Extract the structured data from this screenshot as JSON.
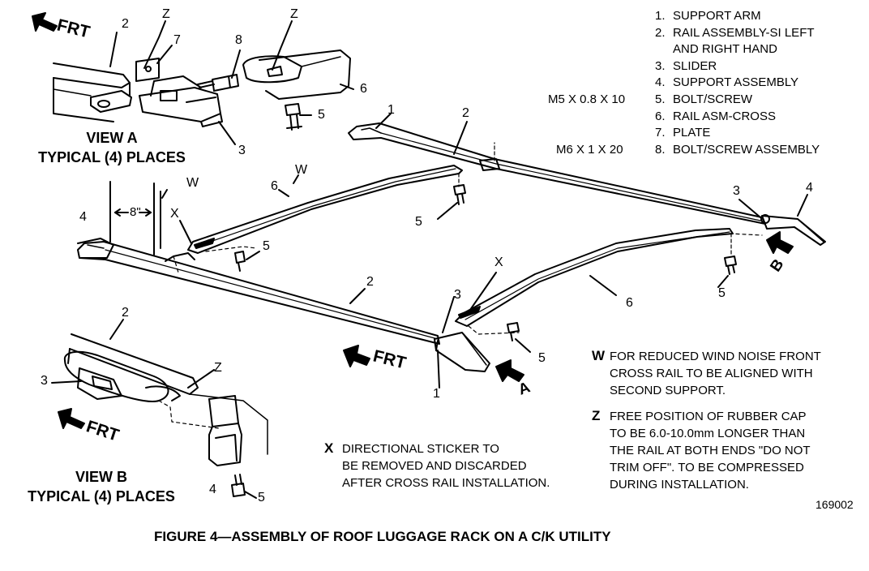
{
  "legend": [
    {
      "num": "1.",
      "text": "SUPPORT ARM"
    },
    {
      "num": "2.",
      "text": "RAIL ASSEMBLY-SI LEFT",
      "cont": "AND RIGHT HAND"
    },
    {
      "num": "3.",
      "text": "SLIDER"
    },
    {
      "num": "4.",
      "text": "SUPPORT ASSEMBLY"
    },
    {
      "num": "5.",
      "text": "BOLT/SCREW"
    },
    {
      "num": "6.",
      "text": "RAIL ASM-CROSS"
    },
    {
      "num": "7.",
      "text": "PLATE"
    },
    {
      "num": "8.",
      "text": "BOLT/SCREW ASSEMBLY"
    }
  ],
  "specs": {
    "bolt5": "M5 X 0.8 X 10",
    "bolt8": "M6 X 1 X 20"
  },
  "views": {
    "a_title": "VIEW A",
    "a_sub": "TYPICAL (4) PLACES",
    "b_title": "VIEW B",
    "b_sub": "TYPICAL (4) PLACES"
  },
  "frt": "FRT",
  "dimension": "8\"",
  "callouts": {
    "c1": "1",
    "c2": "2",
    "c3": "3",
    "c4": "4",
    "c5": "5",
    "c6": "6",
    "c7": "7",
    "c8": "8",
    "w": "W",
    "x": "X",
    "z": "Z",
    "a": "A",
    "b": "B"
  },
  "notes": {
    "w_key": "W",
    "w_l1": "FOR REDUCED WIND NOISE FRONT",
    "w_l2": "CROSS RAIL TO BE ALIGNED WITH",
    "w_l3": "SECOND SUPPORT.",
    "z_key": "Z",
    "z_l1": "FREE POSITION OF RUBBER CAP",
    "z_l2": "TO BE 6.0-10.0mm LONGER THAN",
    "z_l3": "THE RAIL AT BOTH ENDS \"DO NOT",
    "z_l4": "TRIM OFF\". TO BE COMPRESSED",
    "z_l5": "DURING INSTALLATION.",
    "x_key": "X",
    "x_l1": "DIRECTIONAL STICKER TO",
    "x_l2": "BE REMOVED AND DISCARDED",
    "x_l3": "AFTER CROSS RAIL INSTALLATION."
  },
  "figure_id": "169002",
  "caption": "FIGURE 4—ASSEMBLY OF ROOF LUGGAGE RACK ON A C/K UTILITY"
}
